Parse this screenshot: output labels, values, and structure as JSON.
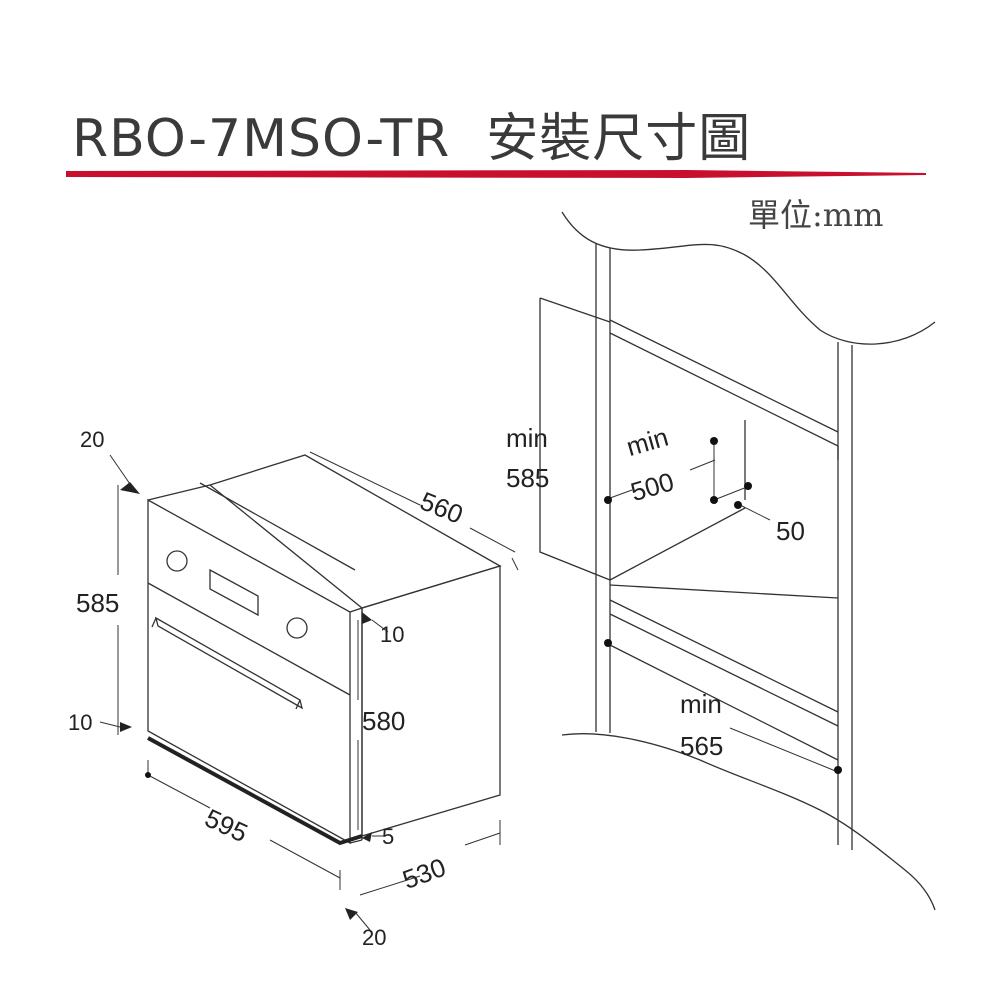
{
  "header": {
    "model": "RBO-7MSO-TR",
    "title_zh": "安裝尺寸圖",
    "unit": "單位:mm",
    "accent_color": "#c8102e"
  },
  "oven_dims": {
    "top_offset": "20",
    "height": "585",
    "depth": "560",
    "panel_gap": "10",
    "body_height": "580",
    "bottom_offset": "10",
    "width": "595",
    "panel_thickness": "5",
    "body_depth": "530",
    "front_depth": "20"
  },
  "cabinet_dims": {
    "opening_height_label": "min",
    "opening_height": "585",
    "depth_label": "min",
    "depth": "500",
    "vent": "50",
    "width_label": "min",
    "width": "565"
  }
}
